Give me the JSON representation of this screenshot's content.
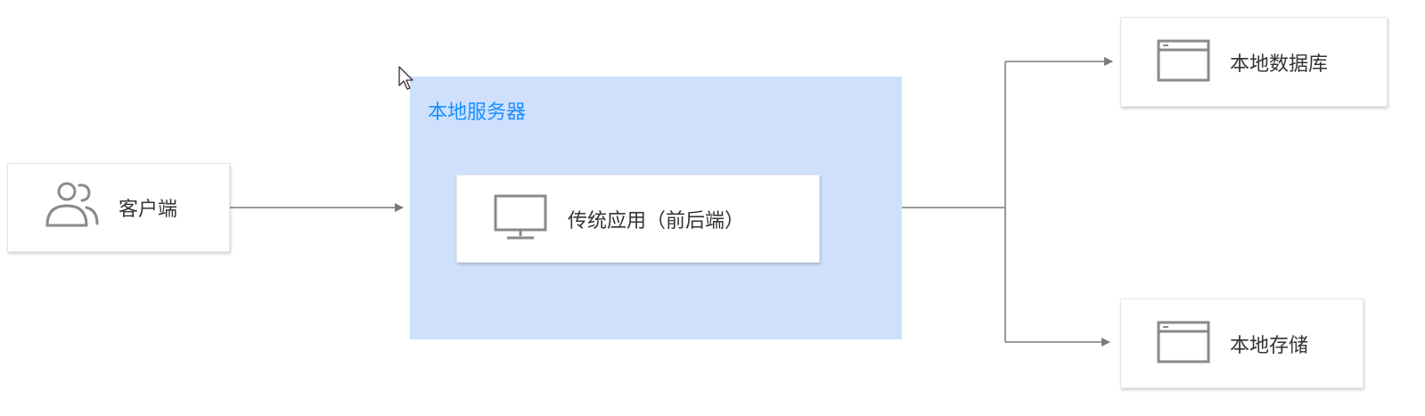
{
  "diagram": {
    "client": {
      "label": "客户端",
      "icon": "users-icon"
    },
    "server_zone": {
      "title": "本地服务器",
      "fill_color": "#cfe0fd",
      "title_color": "#1890ff"
    },
    "app": {
      "label": "传统应用（前后端）",
      "icon": "monitor-icon"
    },
    "database": {
      "label": "本地数据库",
      "icon": "window-icon"
    },
    "storage": {
      "label": "本地存储",
      "icon": "window-icon"
    },
    "connector_color": "#7a7a7a"
  }
}
